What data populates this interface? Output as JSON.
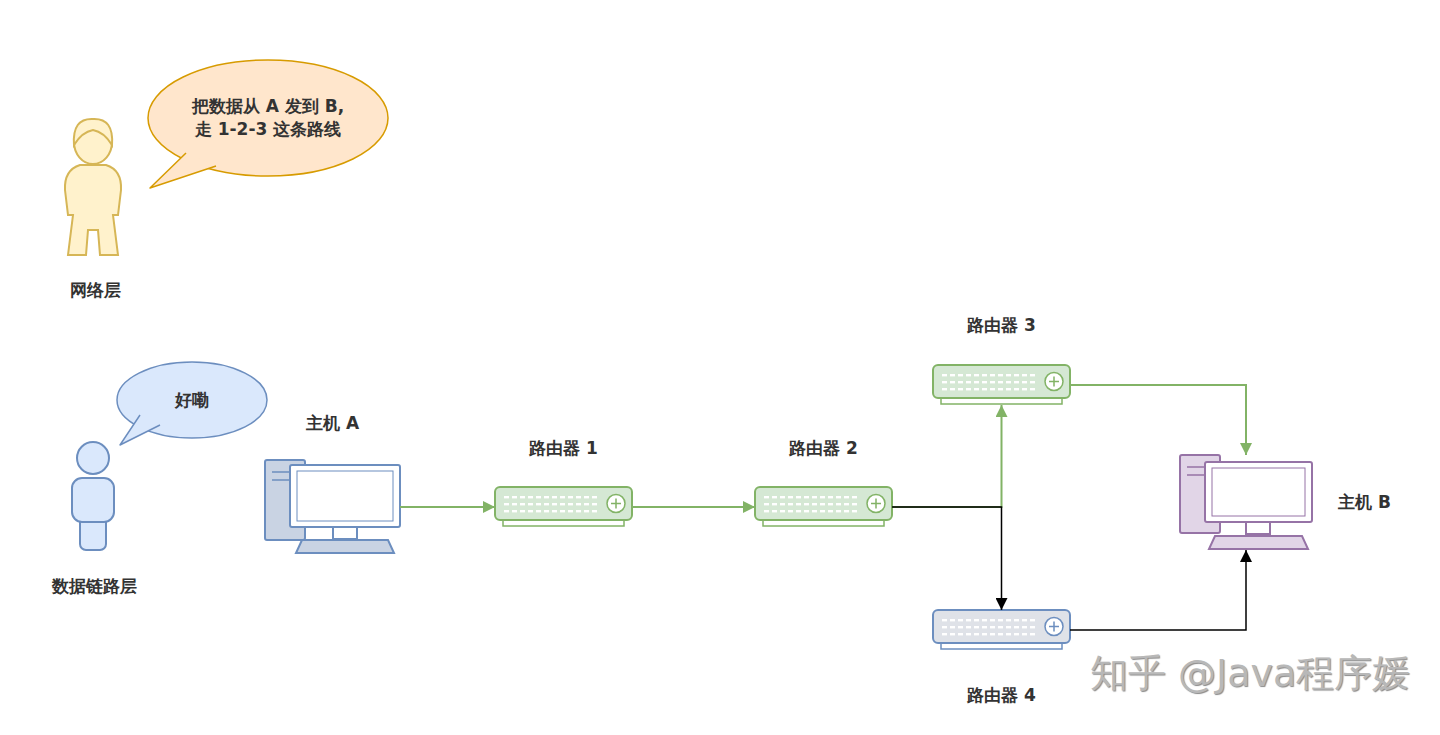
{
  "diagram": {
    "nodes": [
      {
        "text": [
          "网络层"
        ]
      },
      {
        "text": [
          "把数据从 A 发到 B, 走 1-2-3 这条路线"
        ]
      },
      {
        "text": [
          "数据链路层"
        ]
      },
      {
        "text": [
          "好嘞"
        ]
      },
      {
        "text": [
          "主机 A"
        ]
      },
      {
        "text": [
          "路由器 1"
        ]
      },
      {
        "text": [
          "路由器 2"
        ]
      },
      {
        "text": [
          "路由器 3"
        ]
      },
      {
        "text": [
          "主机 B"
        ]
      },
      {
        "text": [
          "路由器 4"
        ]
      }
    ],
    "edges": [
      {
        "from": 4,
        "to": 5,
        "arrow": "to"
      },
      {
        "from": 5,
        "to": 6,
        "arrow": "to"
      },
      {
        "from": 6,
        "to": 7,
        "arrow": "to"
      },
      {
        "from": 7,
        "to": 8,
        "arrow": "to"
      },
      {
        "from": 6,
        "to": 9,
        "arrow": "to"
      },
      {
        "from": 9,
        "to": 8,
        "arrow": "to"
      }
    ],
    "labels": [
      "知乎 @Java程序媛"
    ]
  }
}
